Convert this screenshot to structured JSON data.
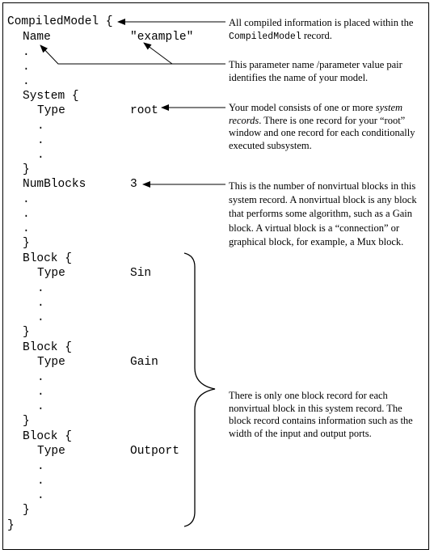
{
  "code": {
    "open": "CompiledModel {",
    "name_key": "Name",
    "name_value": "\"example\"",
    "dot": ".",
    "system_open": "System {",
    "type_key": "Type",
    "system_type": "root",
    "close": "}",
    "numblocks_key": "NumBlocks",
    "numblocks_value": "3",
    "block_open": "Block {",
    "block_types": [
      "Sin",
      "Gain",
      "Outport"
    ]
  },
  "notes": {
    "compiled": {
      "part1": "All compiled information is placed within the ",
      "mono": "CompiledModel",
      "part2": " record."
    },
    "name_pair": "This parameter name /parameter value pair identifies the name of your model.",
    "system": {
      "part1": "Your model consists of one or more ",
      "em": "system records",
      "part2": ". There is one record for your “root” window and one record for each conditionally executed subsystem."
    },
    "numblocks": "This is the number of nonvirtual blocks in this system record. A nonvirtual block is any block that performs some algorithm, such as a Gain block. A virtual block is a “connection” or graphical block, for example, a Mux block.",
    "block_record": "There is only one block record for each nonvirtual block in this system record. The block record contains information such as the width of the input and output ports."
  }
}
